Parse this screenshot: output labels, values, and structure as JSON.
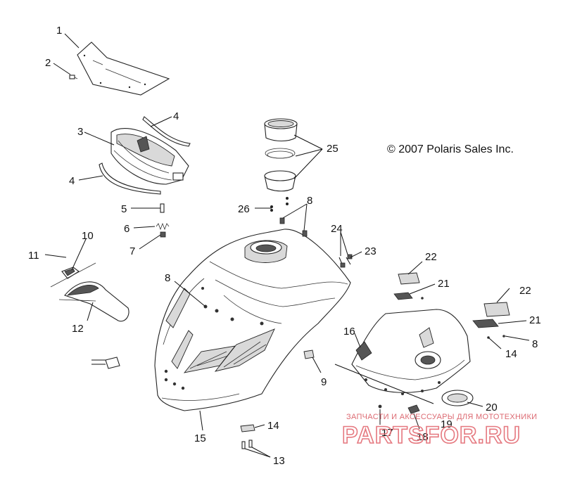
{
  "copyright": "© 2007 Polaris Sales Inc.",
  "watermark": {
    "tagline": "ЗАПЧАСТИ И АКСЕССУАРЫ ДЛЯ МОТОТЕХНИКИ",
    "brand": "PARTSFOR.RU"
  },
  "callouts": [
    {
      "id": "callout-1",
      "text": "1"
    },
    {
      "id": "callout-2",
      "text": "2"
    },
    {
      "id": "callout-3",
      "text": "3"
    },
    {
      "id": "callout-4a",
      "text": "4"
    },
    {
      "id": "callout-4b",
      "text": "4"
    },
    {
      "id": "callout-5",
      "text": "5"
    },
    {
      "id": "callout-6",
      "text": "6"
    },
    {
      "id": "callout-7",
      "text": "7"
    },
    {
      "id": "callout-8a",
      "text": "8"
    },
    {
      "id": "callout-8b",
      "text": "8"
    },
    {
      "id": "callout-8c",
      "text": "8"
    },
    {
      "id": "callout-9",
      "text": "9"
    },
    {
      "id": "callout-10",
      "text": "10"
    },
    {
      "id": "callout-11",
      "text": "11"
    },
    {
      "id": "callout-12",
      "text": "12"
    },
    {
      "id": "callout-13",
      "text": "13"
    },
    {
      "id": "callout-14a",
      "text": "14"
    },
    {
      "id": "callout-14b",
      "text": "14"
    },
    {
      "id": "callout-15",
      "text": "15"
    },
    {
      "id": "callout-16",
      "text": "16"
    },
    {
      "id": "callout-17",
      "text": "17"
    },
    {
      "id": "callout-18",
      "text": "18"
    },
    {
      "id": "callout-19",
      "text": "19"
    },
    {
      "id": "callout-20",
      "text": "20"
    },
    {
      "id": "callout-21a",
      "text": "21"
    },
    {
      "id": "callout-21b",
      "text": "21"
    },
    {
      "id": "callout-22a",
      "text": "22"
    },
    {
      "id": "callout-22b",
      "text": "22"
    },
    {
      "id": "callout-23",
      "text": "23"
    },
    {
      "id": "callout-24",
      "text": "24"
    },
    {
      "id": "callout-25",
      "text": "25"
    },
    {
      "id": "callout-26",
      "text": "26"
    }
  ]
}
